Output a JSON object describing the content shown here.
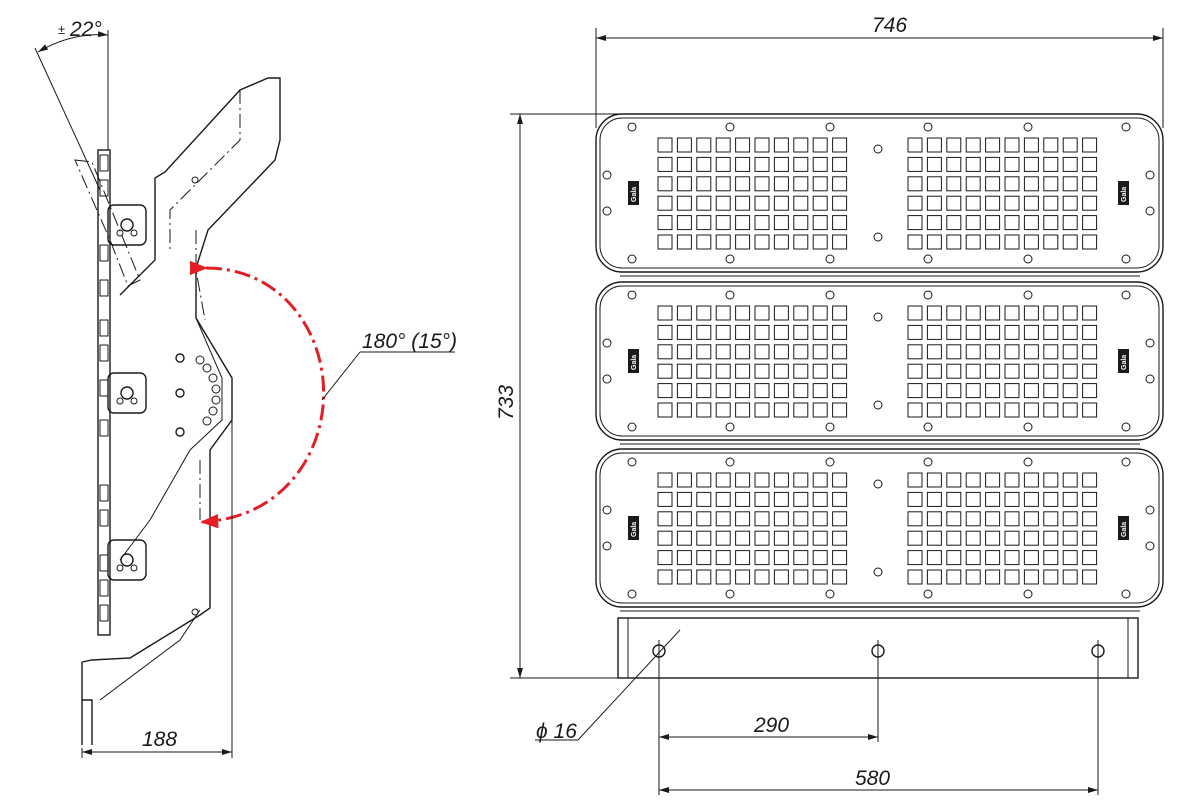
{
  "dimensions": {
    "tilt": "22°",
    "tilt_sign": "±",
    "rotation": "180° (15°)",
    "depth": "188",
    "width": "746",
    "height": "733",
    "hole_diameter": "ϕ 16",
    "hole_spacing": "290",
    "hole_span": "580"
  },
  "panel_logo": "Gala",
  "colors": {
    "line": "#1a1a1a",
    "rotation_arc": "#e31e24",
    "background": "#ffffff"
  }
}
